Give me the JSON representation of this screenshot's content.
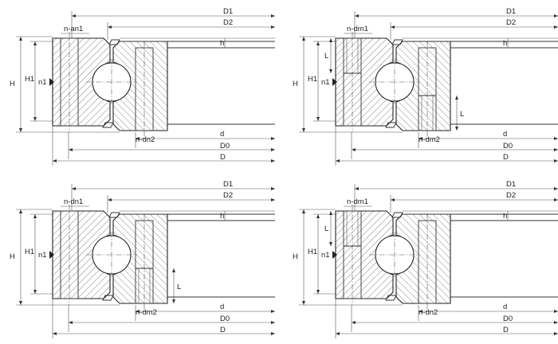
{
  "labels": {
    "D1": "D1",
    "D2": "D2",
    "d": "d",
    "D0": "D0",
    "D": "D",
    "H": "H",
    "H1": "H1",
    "n1": "n1",
    "h": "h",
    "L": "L",
    "n_an1": "n-an1",
    "n_dm1": "n-dm1",
    "n_dn1": "n-dn1",
    "n_dn2": "n-dn2",
    "n_dm2": "n-dm2"
  },
  "colors": {
    "line": "#333333",
    "hatch": "#555555",
    "background": "#ffffff"
  },
  "panels": [
    {
      "id": "top-left",
      "top_label": "n_an1",
      "bottom_label": "n_dn2",
      "outer_thread": false,
      "inner_thread": false
    },
    {
      "id": "top-right",
      "top_label": "n_dm1",
      "bottom_label": "n_dm2",
      "outer_thread": true,
      "inner_thread": true
    },
    {
      "id": "bottom-left",
      "top_label": "n_dn1",
      "bottom_label": "n_dm2",
      "outer_thread": false,
      "inner_thread": true
    },
    {
      "id": "bottom-right",
      "top_label": "n_dm1",
      "bottom_label": "n_dn2",
      "outer_thread": true,
      "inner_thread": false
    }
  ]
}
